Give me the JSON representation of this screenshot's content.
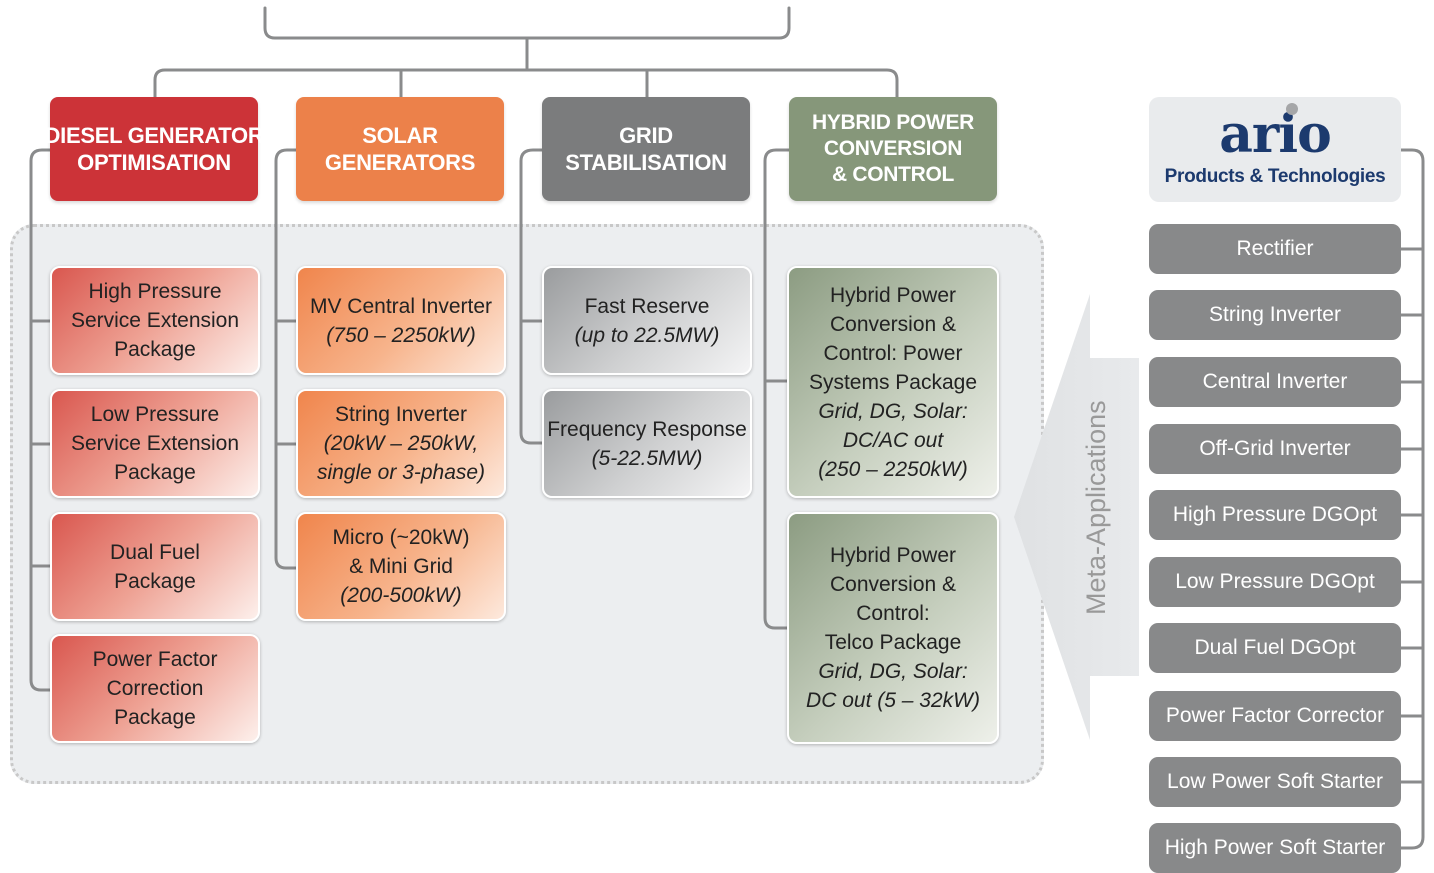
{
  "categories": [
    {
      "lines": [
        "DIESEL GENERATOR",
        "OPTIMISATION"
      ],
      "color": "#cc3338"
    },
    {
      "lines": [
        "SOLAR",
        "GENERATORS"
      ],
      "color": "#ec814a"
    },
    {
      "lines": [
        "GRID",
        "STABILISATION"
      ],
      "color": "#7b7c7d"
    },
    {
      "lines": [
        "HYBRID POWER",
        "CONVERSION",
        "& CONTROL"
      ],
      "color": "#86977a"
    }
  ],
  "diesel_items": [
    {
      "lines": [
        "High Pressure",
        "Service Extension",
        "Package"
      ]
    },
    {
      "lines": [
        "Low Pressure",
        "Service Extension",
        "Package"
      ]
    },
    {
      "lines": [
        "Dual Fuel",
        "Package"
      ]
    },
    {
      "lines": [
        "Power Factor",
        "Correction",
        "Package"
      ]
    }
  ],
  "solar_items": [
    {
      "lines": [
        "MV Central Inverter"
      ],
      "italic": [
        "(750 – 2250kW)"
      ]
    },
    {
      "lines": [
        "String Inverter"
      ],
      "italic": [
        "(20kW – 250kW,",
        "single or 3-phase)"
      ]
    },
    {
      "lines": [
        "Micro (~20kW)",
        "& Mini Grid"
      ],
      "italic": [
        "(200-500kW)"
      ]
    }
  ],
  "grid_items": [
    {
      "lines": [
        "Fast Reserve"
      ],
      "italic": [
        "(up to 22.5MW)"
      ]
    },
    {
      "lines": [
        "Frequency Response"
      ],
      "italic": [
        "(5-22.5MW)"
      ]
    }
  ],
  "hybrid_items": [
    {
      "lines": [
        "Hybrid Power",
        "Conversion &",
        "Control: Power",
        "Systems Package"
      ],
      "italic": [
        "Grid, DG, Solar:",
        "DC/AC out",
        "(250 – 2250kW)"
      ]
    },
    {
      "lines": [
        "Hybrid Power",
        "Conversion &",
        "Control:",
        "Telco Package"
      ],
      "italic": [
        "Grid, DG, Solar:",
        "DC out (5 – 32kW)"
      ]
    }
  ],
  "meta_label": "Meta-Applications",
  "brand": {
    "logo": "ario",
    "subtitle": "Products & Technologies"
  },
  "products": [
    "Rectifier",
    "String Inverter",
    "Central Inverter",
    "Off-Grid Inverter",
    "High Pressure DGOpt",
    "Low Pressure DGOpt",
    "Dual Fuel DGOpt",
    "Power Factor Corrector",
    "Low Power Soft Starter",
    "High Power Soft Starter"
  ]
}
